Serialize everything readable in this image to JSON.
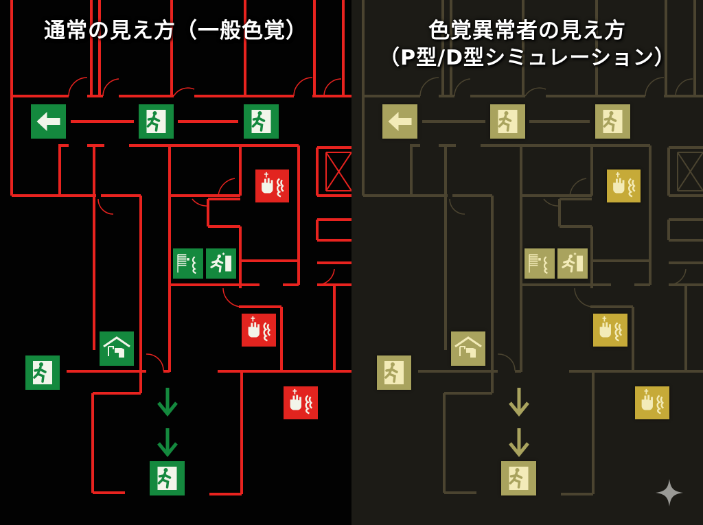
{
  "left_panel": {
    "title": "通常の見え方（一般色覚）",
    "colors": {
      "background": "#020202",
      "walls": "#e8231f",
      "safety_sign": "#14893e",
      "fire_sign": "#e2241f",
      "symbol": "#f2f5ea"
    }
  },
  "right_panel": {
    "title_line1": "色覚異常者の見え方",
    "title_line2": "（P型/D型シミュレーション）",
    "colors": {
      "background": "#1c1b16",
      "walls": "#4b4430",
      "safety_sign": "#a9a35e",
      "fire_sign": "#c6aa38",
      "symbol": "#f3ebb8"
    }
  },
  "signs": [
    {
      "type": "arrow-left",
      "kind": "safety"
    },
    {
      "type": "emergency-exit",
      "kind": "safety"
    },
    {
      "type": "emergency-exit",
      "kind": "safety"
    },
    {
      "type": "fire-alarm-call-point",
      "kind": "fire"
    },
    {
      "type": "fire-hose-reel",
      "kind": "safety"
    },
    {
      "type": "escape-route",
      "kind": "safety"
    },
    {
      "type": "fire-alarm-call-point",
      "kind": "fire"
    },
    {
      "type": "refuge-shelter",
      "kind": "safety"
    },
    {
      "type": "emergency-exit",
      "kind": "safety"
    },
    {
      "type": "fire-alarm-call-point",
      "kind": "fire"
    },
    {
      "type": "arrow-down",
      "kind": "arrow"
    },
    {
      "type": "arrow-down",
      "kind": "arrow"
    },
    {
      "type": "emergency-exit",
      "kind": "safety"
    }
  ],
  "watermark_icon": "sparkle-icon"
}
